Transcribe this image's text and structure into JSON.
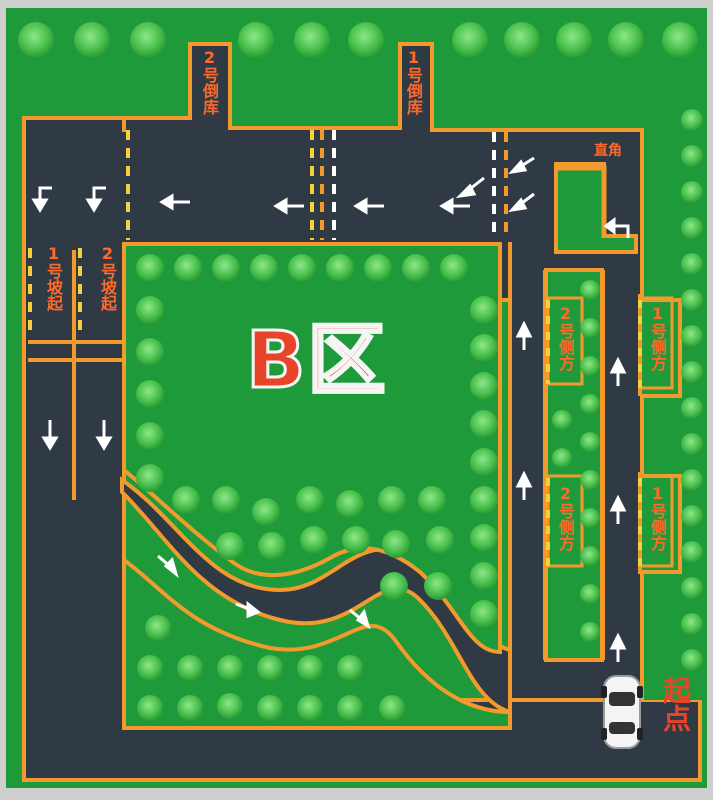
{
  "zone_title": "B区",
  "start_label": "起点",
  "corner_label": "直角",
  "reverse_parking": [
    {
      "label": "2号倒库"
    },
    {
      "label": "1号倒库"
    }
  ],
  "hill_start": [
    {
      "label": "1号坡起"
    },
    {
      "label": "2号坡起"
    }
  ],
  "side_parking": [
    {
      "label": "2号侧方"
    },
    {
      "label": "1号侧方"
    },
    {
      "label": "2号侧方"
    },
    {
      "label": "1号侧方"
    }
  ],
  "colors": {
    "grass": "#1f9a3a",
    "road": "#2f3a44",
    "edge_line": "#f29a2e",
    "text": "#ff6a2a",
    "arrow": "#ffffff",
    "tree": "#5fd160"
  }
}
